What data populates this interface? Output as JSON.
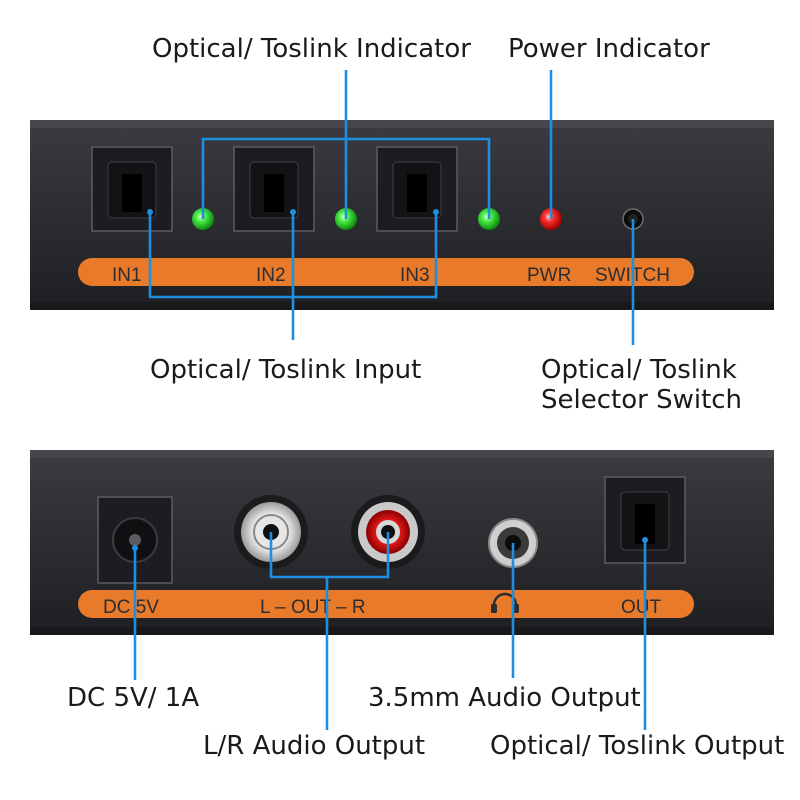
{
  "labels": {
    "toslink_indicator": "Optical/ Toslink Indicator",
    "power_indicator": "Power Indicator",
    "toslink_input": "Optical/ Toslink Input",
    "selector_switch_line1": "Optical/ Toslink",
    "selector_switch_line2": "Selector Switch",
    "dc_power": "DC 5V/ 1A",
    "audio_35mm": "3.5mm Audio Output",
    "lr_audio": "L/R Audio Output",
    "toslink_output": "Optical/ Toslink Output"
  },
  "front_panel": {
    "in1": "IN1",
    "in2": "IN2",
    "in3": "IN3",
    "pwr": "PWR",
    "switch": "SWITCH"
  },
  "rear_panel": {
    "dc": "DC 5V",
    "lr": "L – OUT – R",
    "out": "OUT"
  },
  "colors": {
    "device_body": "#2b2d31",
    "label_strip": "#e87a2a",
    "callout_line": "#1e8fe0",
    "led_green": "#2bd82b",
    "led_red": "#ff2020"
  },
  "icons": {
    "headphone": "headphone-icon"
  }
}
